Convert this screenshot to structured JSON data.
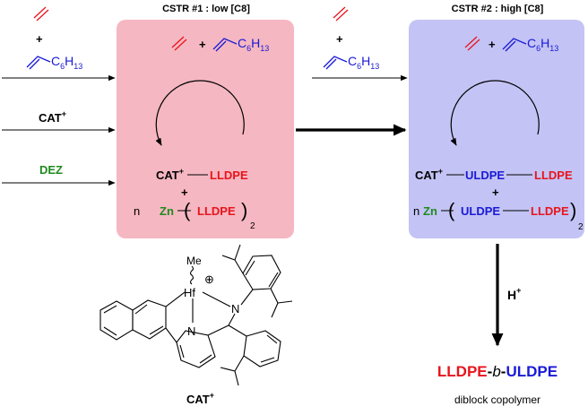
{
  "colors": {
    "cstr1_fill": "#f5b7c1",
    "cstr2_fill": "#c3c3f5",
    "red": "#e8141c",
    "blue": "#1a1ad6",
    "green": "#1f8a1f"
  },
  "cstr1": {
    "title": "CSTR #1 : low [C8]",
    "octene_sub": "C",
    "octene_sub_idx": "6",
    "octene_sub_h": "H",
    "octene_sub_hidx": "13",
    "plus": "+",
    "cat": "CAT",
    "cat_sup": "+",
    "chain": "LLDPE",
    "n": "n",
    "zn": "Zn",
    "paren_l": "(",
    "paren_r": ")",
    "sub2": "2"
  },
  "cstr2": {
    "title": "CSTR #2 : high [C8]",
    "plus": "+",
    "cat": "CAT",
    "cat_sup": "+",
    "chain1": "ULDPE",
    "chain2": "LLDPE",
    "n": "n",
    "zn": "Zn",
    "paren_l": "(",
    "paren_r": ")",
    "sub2": "2"
  },
  "inputs": {
    "plus": "+",
    "hex_c": "C",
    "hex_c_idx": "6",
    "hex_h": "H",
    "hex_h_idx": "13",
    "cat": "CAT",
    "cat_sup": "+",
    "dez": "DEZ"
  },
  "between": {
    "plus": "+",
    "hex_c": "C",
    "hex_c_idx": "6",
    "hex_h": "H",
    "hex_h_idx": "13"
  },
  "acid": {
    "label": "H",
    "sup": "+"
  },
  "product": {
    "part1": "LLDPE",
    "dash1": "-",
    "b": "b",
    "dash2": "-",
    "part2": "ULDPE",
    "caption": "diblock copolymer"
  },
  "catalyst": {
    "me": "Me",
    "hf": "Hf",
    "charge": "⊕",
    "n_amine": "N",
    "n_pyr": "N",
    "label": "CAT",
    "label_sup": "+"
  }
}
